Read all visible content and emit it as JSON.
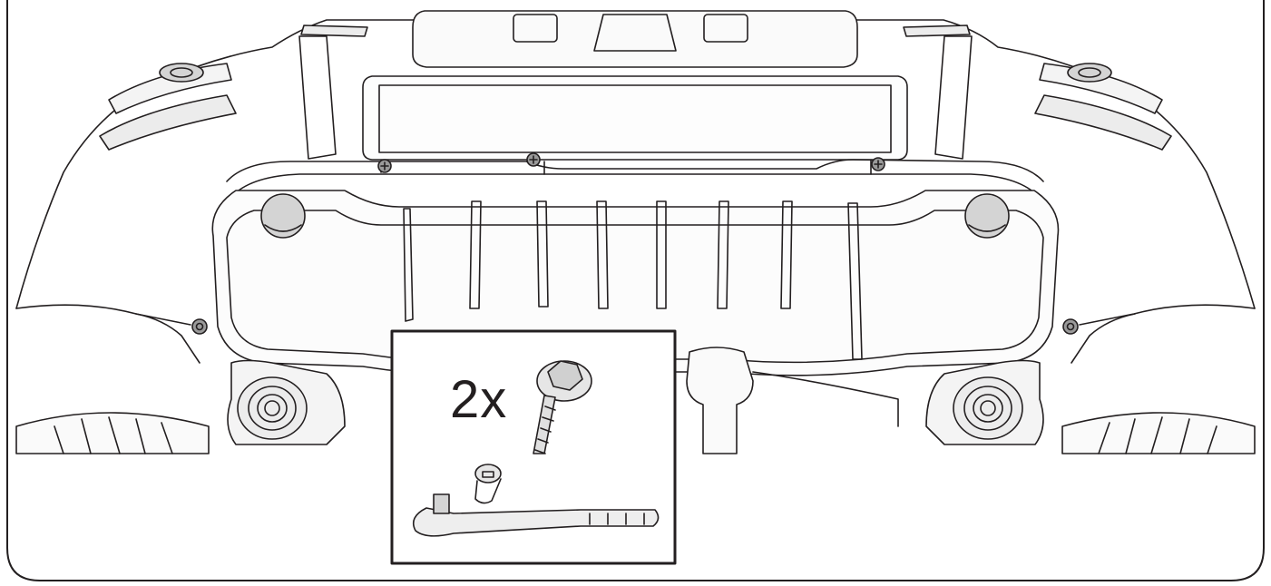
{
  "diagram": {
    "figure": "rear-bumper-installation",
    "stroke_color": "#231f20",
    "fill_light": "#ececec",
    "fill_mid": "#d4d4d4",
    "fill_dark": "#9a9a9a",
    "callout": {
      "quantity_label": "2x",
      "part_icon": "flange-bolt-icon",
      "tool_icons": [
        "socket-icon",
        "ratchet-wrench-icon"
      ]
    },
    "fasteners_marked": 2
  }
}
